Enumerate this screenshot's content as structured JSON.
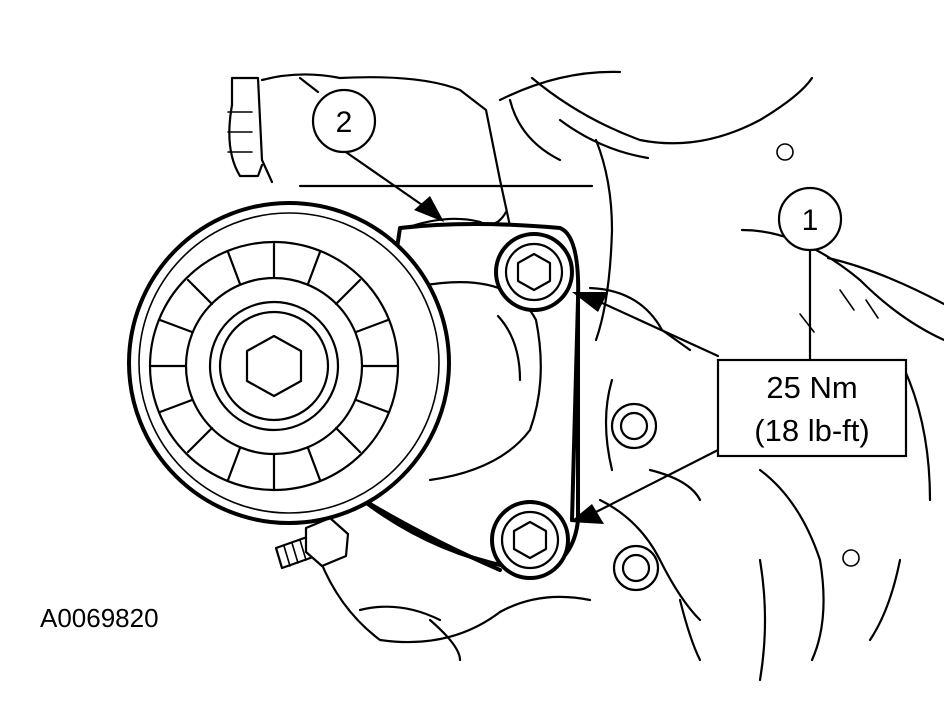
{
  "callouts": {
    "one": "1",
    "two": "2"
  },
  "torque_spec": {
    "metric": "25 Nm",
    "imperial": "(18 lb-ft)"
  },
  "figure_id": "A0069820"
}
